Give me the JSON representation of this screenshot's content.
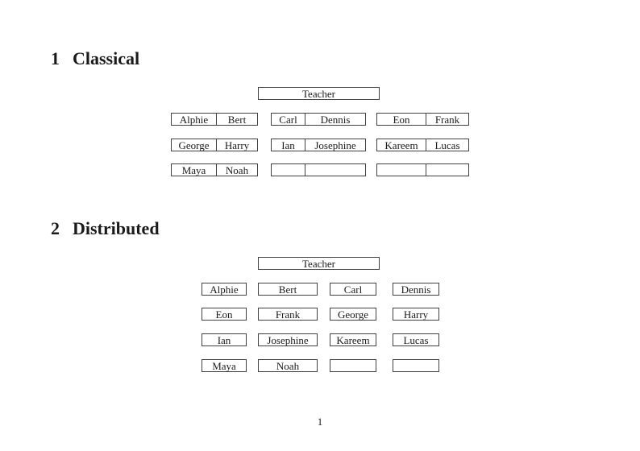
{
  "page": {
    "footer_page_number": "1"
  },
  "colors": {
    "border": "#404040",
    "text": "#1a1a1a",
    "background": "#ffffff"
  },
  "sections": {
    "classical": {
      "number": "1",
      "title": "Classical",
      "teacher_label": "Teacher",
      "groups": [
        {
          "rows": [
            [
              "Alphie",
              "Bert"
            ],
            [
              "George",
              "Harry"
            ],
            [
              "Maya",
              "Noah"
            ]
          ]
        },
        {
          "rows": [
            [
              "Carl",
              "Dennis"
            ],
            [
              "Ian",
              "Josephine"
            ],
            [
              "",
              ""
            ]
          ]
        },
        {
          "rows": [
            [
              "Eon",
              "Frank"
            ],
            [
              "Kareem",
              "Lucas"
            ],
            [
              "",
              ""
            ]
          ]
        }
      ]
    },
    "distributed": {
      "number": "2",
      "title": "Distributed",
      "teacher_label": "Teacher",
      "rows": [
        [
          "Alphie",
          "Bert",
          "Carl",
          "Dennis"
        ],
        [
          "Eon",
          "Frank",
          "George",
          "Harry"
        ],
        [
          "Ian",
          "Josephine",
          "Kareem",
          "Lucas"
        ],
        [
          "Maya",
          "Noah",
          "",
          ""
        ]
      ]
    }
  }
}
